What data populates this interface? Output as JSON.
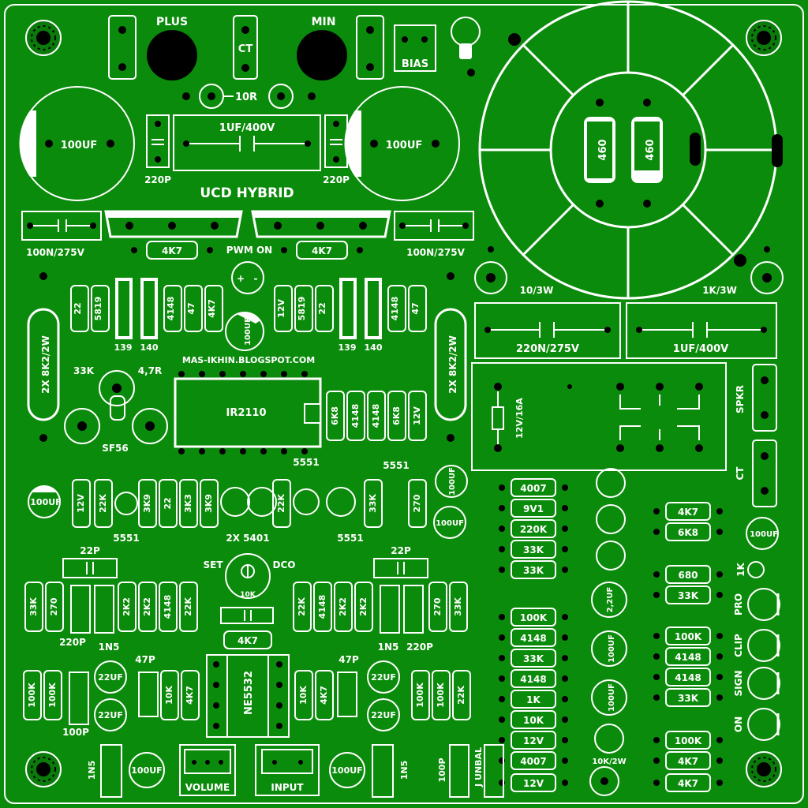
{
  "board": {
    "title": "UCD HYBRID",
    "blog": "MAS-IKHIN.BLOGSPOT.COM",
    "power": {
      "plus": "PLUS",
      "min": "MIN",
      "ct": "CT",
      "bias": "BIAS"
    },
    "caps": {
      "main_left": "100UF",
      "main_right": "100UF",
      "film_top": "1UF/400V",
      "snub_left": "220P",
      "snub_right": "220P",
      "x2_left": "100N/275V",
      "x2_right": "100N/275V",
      "x220n": "220N/275V",
      "x1uf": "1UF/400V"
    },
    "resistors_top": {
      "r10": "10R",
      "gate_left": "4K7",
      "gate_right": "4K7",
      "pwm_on": "PWM ON"
    },
    "inductor": {
      "core_a": "460",
      "core_b": "460",
      "r10_3w": "10/3W",
      "r1k_3w": "1K/3W"
    },
    "gate_left": [
      "22",
      "5819",
      "4148",
      "47",
      "4K7"
    ],
    "gate_right": [
      "12V",
      "5819",
      "22",
      "4148",
      "47"
    ],
    "transistors": [
      "139",
      "140",
      "139",
      "140"
    ],
    "res_2w_left": "2X 8K2/2W",
    "res_2w_right": "2X 8K2/2W",
    "driver_cap": "100UF",
    "driver": {
      "chip": "IR2110",
      "r33k": "33K",
      "r47": "4,7R",
      "diode": "SF56"
    },
    "boot_stack": [
      "6K8",
      "4148",
      "4148",
      "6K8",
      "12V"
    ],
    "relay": {
      "coil": "12V/16A",
      "spkr": "SPKR",
      "ct": "CT"
    },
    "mid_row": [
      "12V",
      "22K",
      "3K9",
      "22",
      "3K3",
      "3K9",
      "22K",
      "33K",
      "270"
    ],
    "mid_labels": {
      "q5551_a": "5551",
      "q5551_b": "5551",
      "q5551_c": "5551",
      "q5551_d": "5551",
      "q5401": "2X 5401"
    },
    "mid_caps": [
      "100UF",
      "100UF",
      "100UF"
    ],
    "right_col_a": [
      "4007",
      "9V1",
      "220K",
      "33K",
      "33K",
      "100K",
      "4148",
      "33K",
      "4148",
      "1K",
      "10K",
      "12V",
      "4007",
      "12V"
    ],
    "right_col_b": [
      "4K7",
      "6K8",
      "680",
      "33K",
      "100K",
      "4148",
      "4148",
      "33K",
      "100K",
      "4K7",
      "4K7"
    ],
    "right_caps": [
      "2,2UF",
      "100UF",
      "100UF",
      "10K/2W",
      "100UF"
    ],
    "leds": [
      "PRO",
      "CLIP",
      "SIGN",
      "ON"
    ],
    "led_1k": "1K",
    "preamp": {
      "c22p_left": "22P",
      "c22p_right": "22P",
      "set": "SET",
      "dco": "DCO",
      "trim": "10K",
      "ic": "NE5532",
      "r4k7": "4K7",
      "left_a": [
        "33K",
        "270"
      ],
      "left_b": [
        "2K2",
        "2K2",
        "4148",
        "22K"
      ],
      "right_a": [
        "22K",
        "4148",
        "2K2",
        "2K2"
      ],
      "right_b": [
        "270",
        "33K"
      ],
      "c220p_l": "220P",
      "c1n5_l": "1N5",
      "c1n5_r": "1N5",
      "c220p_r": "220P",
      "c47p_l": "47P",
      "c47p_r": "47P",
      "c22uf": [
        "22UF",
        "22UF",
        "22UF",
        "22UF"
      ],
      "low_left": [
        "100K",
        "100K",
        "10K",
        "4K7"
      ],
      "low_right": [
        "10K",
        "4K7",
        "100K",
        "100K",
        "22K"
      ],
      "c100p_l": "100P",
      "c100p_r": "100P",
      "bot_1n5_l": "1N5",
      "bot_1n5_r": "1N5",
      "bot_100uf_l": "100UF",
      "bot_100uf_r": "100UF",
      "volume": "VOLUME",
      "input": "INPUT",
      "junbal": "J UNBAL"
    }
  }
}
